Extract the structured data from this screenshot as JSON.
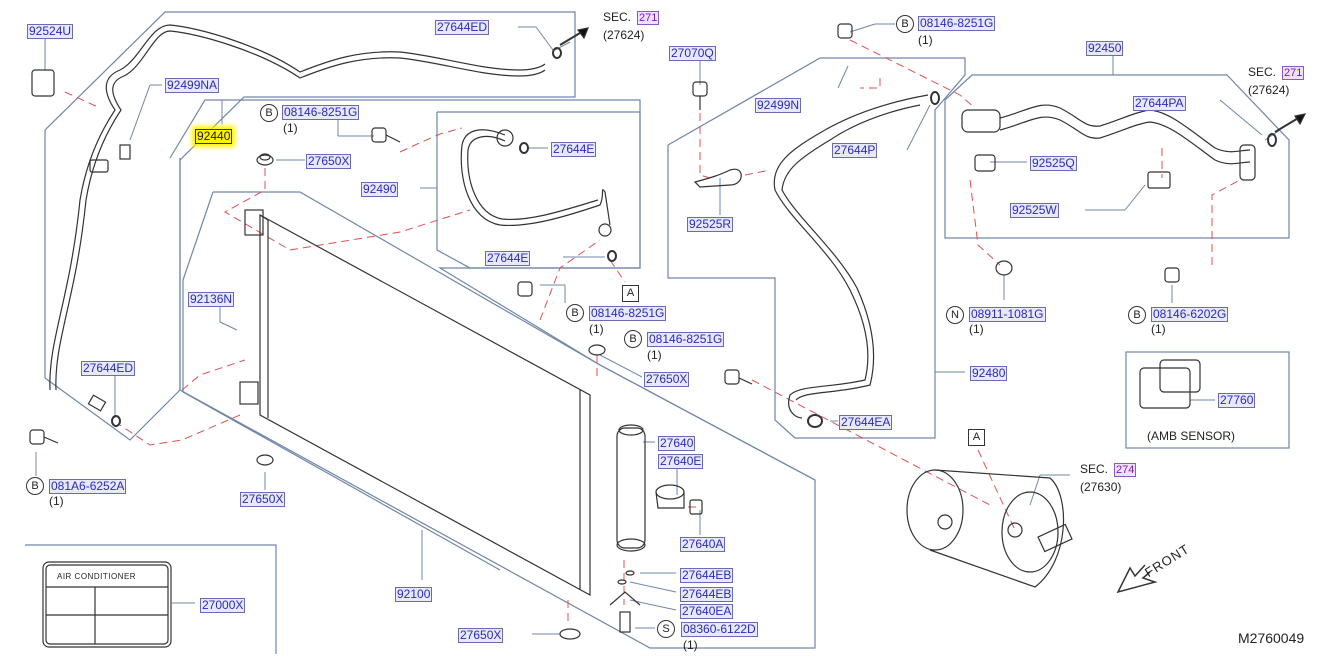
{
  "diagram": {
    "title": "Air Conditioner Condenser & Piping Parts Diagram",
    "drawing_id": "M2760049",
    "front_label": "FRONT",
    "highlight_color": "#fff200",
    "label_color": "#2b2bb8",
    "leader_color": "#6f86a8",
    "dash_color": "#e05050"
  },
  "part_labels": [
    {
      "id": "92524U",
      "highlighted": false
    },
    {
      "id": "92499NA",
      "highlighted": false
    },
    {
      "id": "92440",
      "highlighted": true
    },
    {
      "id": "27644ED",
      "highlighted": false,
      "note": "top"
    },
    {
      "id": "27644E",
      "highlighted": false,
      "note": "upper"
    },
    {
      "id": "27650X",
      "highlighted": false,
      "note": "top"
    },
    {
      "id": "92490",
      "highlighted": false
    },
    {
      "id": "27644E",
      "highlighted": false,
      "note": "lower"
    },
    {
      "id": "92136N",
      "highlighted": false
    },
    {
      "id": "27644ED",
      "highlighted": false,
      "note": "left"
    },
    {
      "id": "27650X",
      "highlighted": false,
      "note": "left-bottom"
    },
    {
      "id": "27650X",
      "highlighted": false,
      "note": "right"
    },
    {
      "id": "27640",
      "highlighted": false
    },
    {
      "id": "27640E",
      "highlighted": false
    },
    {
      "id": "27640A",
      "highlighted": false
    },
    {
      "id": "27644EB",
      "highlighted": false,
      "note": "1"
    },
    {
      "id": "27644EB",
      "highlighted": false,
      "note": "2"
    },
    {
      "id": "27640EA",
      "highlighted": false
    },
    {
      "id": "92100",
      "highlighted": false
    },
    {
      "id": "27650X",
      "highlighted": false,
      "note": "bottom"
    },
    {
      "id": "27000X",
      "highlighted": false
    },
    {
      "id": "27070Q",
      "highlighted": false
    },
    {
      "id": "92499N",
      "highlighted": false
    },
    {
      "id": "27644P",
      "highlighted": false
    },
    {
      "id": "92525R",
      "highlighted": false
    },
    {
      "id": "92480",
      "highlighted": false
    },
    {
      "id": "27644EA",
      "highlighted": false
    },
    {
      "id": "92450",
      "highlighted": false
    },
    {
      "id": "27644PA",
      "highlighted": false
    },
    {
      "id": "92525Q",
      "highlighted": false
    },
    {
      "id": "92525W",
      "highlighted": false
    },
    {
      "id": "27760",
      "highlighted": false
    }
  ],
  "fasteners": [
    {
      "symbol": "B",
      "part": "08146-8251G",
      "qty": "(1)",
      "note": "upper-left"
    },
    {
      "symbol": "B",
      "part": "08146-8251G",
      "qty": "(1)",
      "note": "top-center"
    },
    {
      "symbol": "B",
      "part": "08146-8251G",
      "qty": "(1)",
      "note": "mid-1"
    },
    {
      "symbol": "B",
      "part": "08146-8251G",
      "qty": "(1)",
      "note": "mid-2"
    },
    {
      "symbol": "B",
      "part": "081A6-6252A",
      "qty": "(1)",
      "note": "left"
    },
    {
      "symbol": "S",
      "part": "08360-6122D",
      "qty": "(1)",
      "note": "bottom"
    },
    {
      "symbol": "N",
      "part": "08911-1081G",
      "qty": "(1)",
      "note": "right-mid"
    },
    {
      "symbol": "B",
      "part": "08146-6202G",
      "qty": "(1)",
      "note": "right"
    }
  ],
  "section_refs": [
    {
      "sec": "SEC.",
      "page": "271",
      "sub": "(27624)",
      "note": "top-center"
    },
    {
      "sec": "SEC.",
      "page": "271",
      "sub": "(27624)",
      "note": "top-right"
    },
    {
      "sec": "SEC.",
      "page": "274",
      "sub": "(27630)",
      "note": "compressor"
    }
  ],
  "connection_markers": [
    {
      "label": "A",
      "note": "near 27644E"
    },
    {
      "label": "A",
      "note": "near compressor"
    }
  ],
  "annotations": {
    "amb_sensor": "(AMB   SENSOR)",
    "ac_label_title": "AIR   CONDITIONER"
  }
}
